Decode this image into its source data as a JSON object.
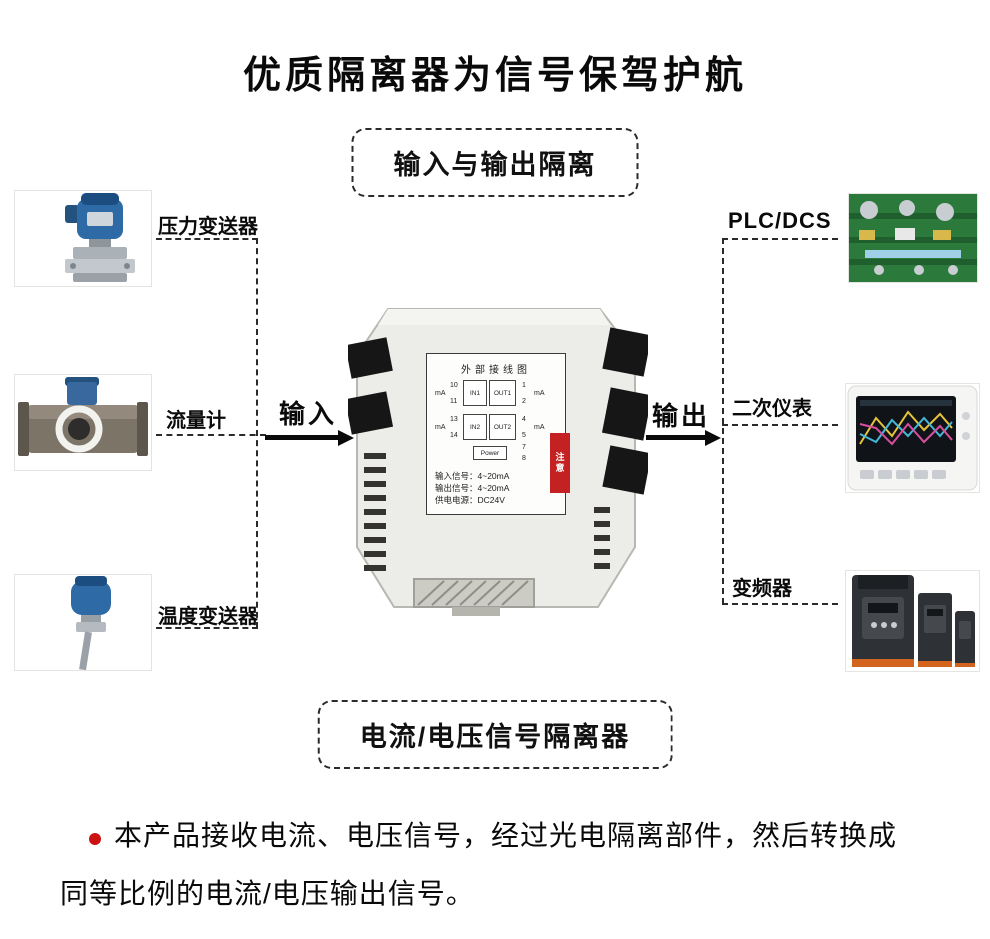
{
  "title": "优质隔离器为信号保驾护航",
  "banners": {
    "top": "输入与输出隔离",
    "bottom": "电流/电压信号隔离器"
  },
  "inputs": {
    "arrow_label": "输入",
    "items": [
      {
        "label": "压力变送器"
      },
      {
        "label": "流量计"
      },
      {
        "label": "温度变送器"
      }
    ]
  },
  "outputs": {
    "arrow_label": "输出",
    "items": [
      {
        "label": "PLC/DCS"
      },
      {
        "label": "二次仪表"
      },
      {
        "label": "变频器"
      }
    ]
  },
  "module": {
    "label_title": "外部接线图",
    "warning": "注意",
    "terminals": {
      "in1": "IN1",
      "in2": "IN2",
      "out1": "OUT1",
      "out2": "OUT2",
      "power": "Power",
      "unit": "mA",
      "left_numbers": [
        "10",
        "11",
        "13",
        "14"
      ],
      "right_numbers": [
        "1",
        "2",
        "4",
        "5",
        "7",
        "8"
      ]
    },
    "specs": [
      "输入信号：4~20mA",
      "输出信号：4~20mA",
      "供电电源：DC24V"
    ]
  },
  "description": {
    "line1": "本产品接收电流、电压信号，经过光电隔离部件，然后转换成",
    "line2": "同等比例的电流/电压输出信号。"
  },
  "colors": {
    "accent_red": "#cc1111",
    "line_black": "#2a2a2a"
  }
}
